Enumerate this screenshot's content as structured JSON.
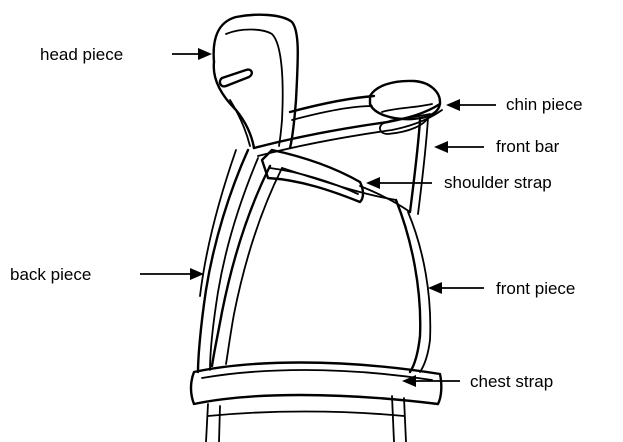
{
  "labels": {
    "head_piece": "head piece",
    "chin_piece": "chin piece",
    "front_bar": "front bar",
    "shoulder_strap": "shoulder strap",
    "back_piece": "back piece",
    "front_piece": "front piece",
    "chest_strap": "chest strap"
  },
  "colors": {
    "ink": "#000000",
    "background": "#ffffff"
  }
}
